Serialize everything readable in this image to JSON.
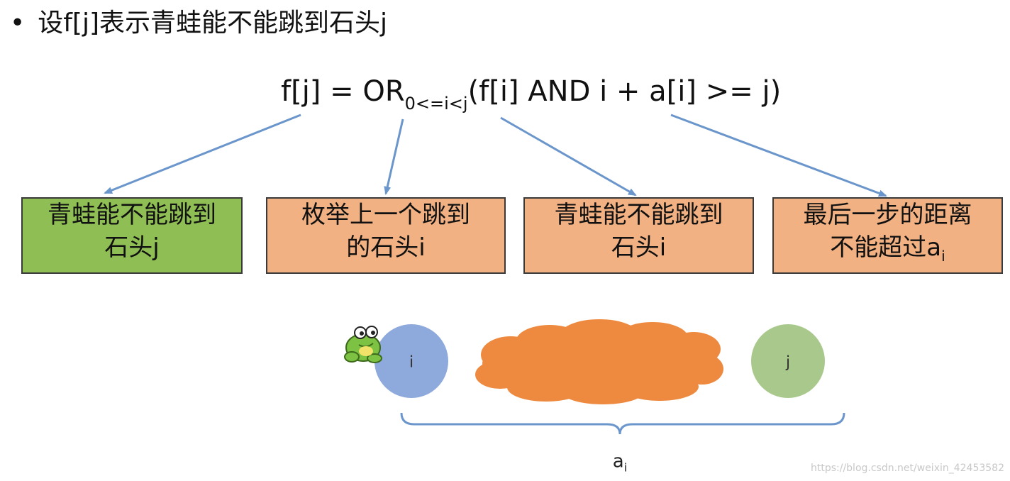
{
  "title": {
    "bullet": "•",
    "text": "设f[j]表示青蛙能不能跳到石头j"
  },
  "formula": {
    "lhs": "f[j] = OR",
    "subscript": "0<=i<j",
    "rhs": "(f[i] AND i + a[i] >= j)"
  },
  "boxes": [
    {
      "line1": "青蛙能不能跳到",
      "line2": "石头j",
      "line2_sub": "",
      "color": "#8fbf54"
    },
    {
      "line1": "枚举上一个跳到",
      "line2": "的石头i",
      "line2_sub": "",
      "color": "#f2b183"
    },
    {
      "line1": "青蛙能不能跳到",
      "line2": "石头i",
      "line2_sub": "",
      "color": "#f2b183"
    },
    {
      "line1": "最后一步的距离",
      "line2": "不能超过a",
      "line2_sub": "i",
      "color": "#f2b183"
    }
  ],
  "nodes": {
    "i": "i",
    "j": "j"
  },
  "brace": {
    "label": "a",
    "label_sub": "i"
  },
  "watermark": "https://blog.csdn.net/weixin_42453582",
  "colors": {
    "arrow": "#6b96cc",
    "node_i": "#8ea9db",
    "node_j": "#a9c98c",
    "cloud": "#ee8a3f",
    "frog": "#7dc242"
  }
}
